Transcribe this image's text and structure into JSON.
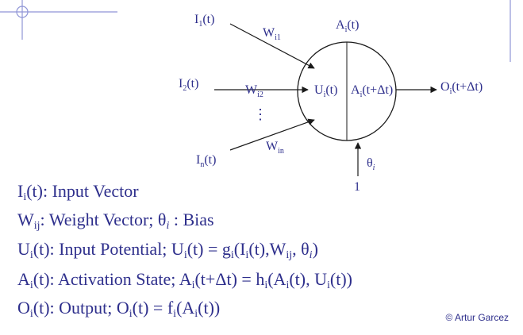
{
  "neuron": {
    "inputs": {
      "first": {
        "base": "I",
        "sub": "1",
        "tail": "(t)"
      },
      "second": {
        "base": "I",
        "sub": "2",
        "tail": "(t)"
      },
      "last": {
        "base": "I",
        "sub": "n",
        "tail": "(t)"
      }
    },
    "weights": {
      "first": {
        "base": "W",
        "sub": "i1"
      },
      "second": {
        "base": "W",
        "sub": "i2"
      },
      "last": {
        "base": "W",
        "sub": "in"
      }
    },
    "ellipsis": "⋮",
    "activation_top": {
      "base": "A",
      "sub": "i",
      "tail": "(t)"
    },
    "potential": {
      "base": "U",
      "sub": "i",
      "tail": "(t)"
    },
    "activation_next": {
      "base": "A",
      "sub": "i",
      "tail": "(t+Δt)"
    },
    "output": {
      "base": "O",
      "sub": "i",
      "tail": "(t+Δt)"
    },
    "bias_symbol": {
      "base": "θ",
      "sub": "i"
    },
    "bias_input": "1"
  },
  "definitions": {
    "input_vector": {
      "t1": "I",
      "s1": "i",
      "t2": "(t): Input Vector"
    },
    "weight_bias": {
      "t1": "W",
      "s1": "ij",
      "t2": ": Weight Vector; ",
      "theta": "θ",
      "s2": "i",
      "t3": " : Bias"
    },
    "potential": {
      "t1": "U",
      "s1": "i",
      "t2": "(t): Input Potential;  U",
      "s2": "i",
      "t3": "(t) = g",
      "s3": "i",
      "t4": "(I",
      "s4": "i",
      "t5": "(t),W",
      "s5": "ij",
      "t6": ", θ",
      "s6": "i",
      "t7": ")"
    },
    "activation": {
      "t1": "A",
      "s1": "i",
      "t2": "(t): Activation State;  A",
      "s2": "i",
      "t3": "(t+Δt) = h",
      "s3": "i",
      "t4": "(A",
      "s4": "i",
      "t5": "(t), U",
      "s5": "i",
      "t6": "(t))"
    },
    "output": {
      "t1": "O",
      "s1": "i",
      "t2": "(t): Output;  O",
      "s2": "i",
      "t3": "(t) = f",
      "s3": "i",
      "t4": "(A",
      "s4": "i",
      "t5": "(t))"
    }
  },
  "copyright": "© Artur Garcez",
  "colors": {
    "text": "#2e2f8c",
    "ink": "#1a1a1a",
    "decor_line": "#8f95d6"
  }
}
